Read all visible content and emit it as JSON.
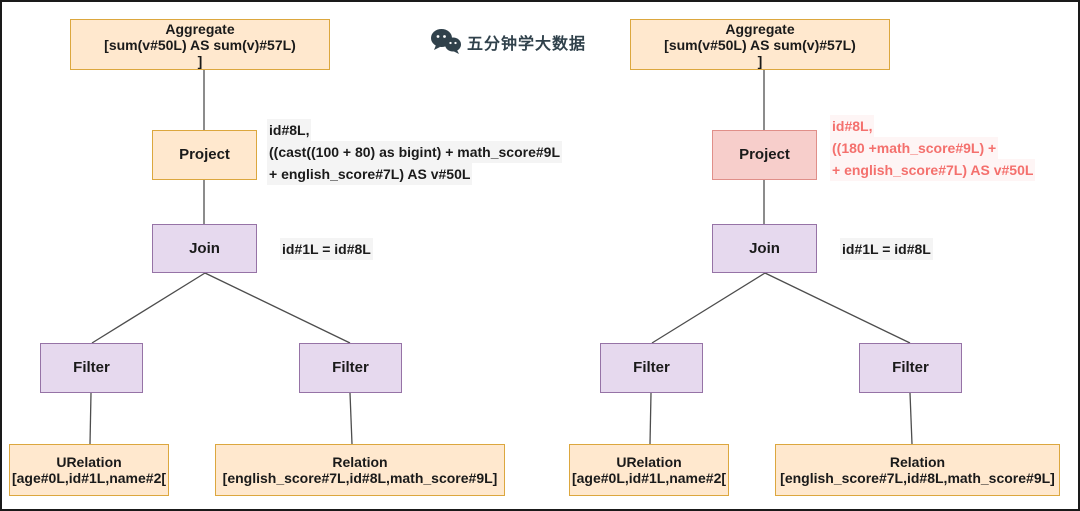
{
  "watermark": {
    "text": "五分钟学大数据",
    "icon": "wechat-icon"
  },
  "colors": {
    "orange_fill": "#FFE8CE",
    "orange_border": "#DCA73E",
    "purple_fill": "#E6D9EE",
    "purple_border": "#9673A6",
    "pink_fill": "#F7CECB",
    "pink_border": "#E08F89",
    "red_text": "#F4706D",
    "line": "#4D4D4D",
    "text": "#1A1A1A",
    "watermark_text": "#30414B"
  },
  "left_tree": {
    "aggregate": {
      "line1": "Aggregate",
      "line2": "[sum(v#50L) AS sum(v)#57L)",
      "line3": "]"
    },
    "project": "Project",
    "project_annotation": {
      "line1": "id#8L,",
      "line2": "((cast((100 + 80) as bigint) + math_score#9L",
      "line3": "+ english_score#7L) AS v#50L"
    },
    "join": "Join",
    "join_annotation": "id#1L = id#8L",
    "filter_left": "Filter",
    "filter_right": "Filter",
    "urelation": {
      "line1": "URelation",
      "line2": "[age#0L,id#1L,name#2["
    },
    "relation": {
      "line1": "Relation",
      "line2": "[english_score#7L,id#8L,math_score#9L]"
    }
  },
  "right_tree": {
    "aggregate": {
      "line1": "Aggregate",
      "line2": "[sum(v#50L) AS sum(v)#57L)",
      "line3": "]"
    },
    "project": "Project",
    "project_annotation": {
      "line1": "id#8L,",
      "line2": "((180 +math_score#9L) +",
      "line3": "+ english_score#7L) AS v#50L"
    },
    "join": "Join",
    "join_annotation": "id#1L = id#8L",
    "filter_left": "Filter",
    "filter_right": "Filter",
    "urelation": {
      "line1": "URelation",
      "line2": "[age#0L,id#1L,name#2["
    },
    "relation": {
      "line1": "Relation",
      "line2": "[english_score#7L,id#8L,math_score#9L]"
    }
  }
}
